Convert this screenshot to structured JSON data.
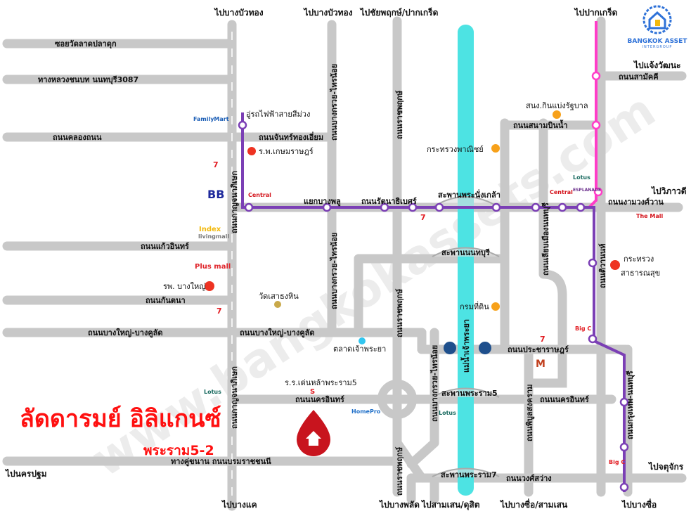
{
  "project": {
    "name": "ลัดดารมย์ อิลิแกนซ์",
    "location": "พระราม5-2"
  },
  "logo": {
    "name": "BANGKOK ASSET",
    "sub": "INTERGROUP"
  },
  "watermark": "www.bangkokassets.com",
  "colors": {
    "road": "#c8c8c8",
    "river": "#4de3e3",
    "purple_line": "#7b3fb5",
    "pink_line": "#ff3dc8",
    "title": "#ff1010",
    "poi_dot": "#f7a11a"
  },
  "directions": [
    "ไปบางบัวทอง",
    "ไปบางบัวทอง",
    "ไปชัยพฤกษ์/ปากเกร็ด",
    "ไปปากเกร็ด",
    "ไปแจ้งวัฒนะ",
    "ไปวิภาวดี",
    "ไปจตุจักร",
    "ไปบางซื่อ",
    "ไปบางซื่อ/สามเสน",
    "ไปบางพลัด",
    "ไปสามเสน/ดุสิต",
    "ไปบางแค",
    "ไปนครปฐม"
  ],
  "roads": [
    "ซอยวัดลาดปลาดุก",
    "ทางหลวงชนบท นนทบุรี3087",
    "ถนนคลองถนน",
    "ถนนจันทร์ทองเอี่ยม",
    "ถนนแก้วอินทร์",
    "ถนนกันตนา",
    "ถนนบางใหญ่-บางคูลัด",
    "ถนนบางใหญ่-บางคูลัด",
    "แยกบางพลู",
    "ถนนรัตนาธิเบศร์",
    "สะพานพระนั่งเกล้า",
    "ถนนงามวงศ์วาน",
    "ถนนสามัคคี",
    "ถนนสนามบินน้ำ",
    "สะพานนนทบุรี",
    "ถนนประชาราษฎร์",
    "ถนนนครอินทร์",
    "สะพานพระราม5",
    "ถนนนครอินทร์",
    "ทางคู่ขนาน ถนนบรมราชชนนี",
    "สะพานพระราม7",
    "ถนนวงศ์สว่าง"
  ],
  "vroads": [
    "ถนนกาญจนาภิเษก",
    "ถนนกาญจนาภิเษก",
    "ถนนบางกรวย-ไทรน้อย",
    "ถนนบางกรวย-ไทรน้อย",
    "ถนนบางกรวย-ไทรน้อย",
    "ถนนราชพฤกษ์",
    "ถนนราชพฤกษ์",
    "ถนนราชพฤกษ์",
    "แม่น้ำเจ้าพระยา",
    "ถนนเลียบเมืองนนทบุรี",
    "ถนนติวานนท์",
    "ถนนพิบูลสงคราม",
    "ถนนกรุงเทพ-นนทบุรี"
  ],
  "pois": [
    "อู่รถไฟฟ้าสายสีม่วง",
    "ร.พ.เกษมราษฎร์",
    "รพ. บางใหญ่",
    "วัดเสาธงหิน",
    "ตลาดเจ้าพระยา",
    "ร.ร.เด่นหล้าพระราม5",
    "สนง.กินแบ่งรัฐบาล",
    "กระทรวงพาณิชย์",
    "กรมที่ดิน",
    "กระทรวง",
    "สาธารณสุข"
  ],
  "brands": [
    "FamilyMart",
    "7",
    "BB",
    "Central",
    "Index",
    "livingmall",
    "Plus mall",
    "7",
    "7",
    "Central",
    "Lotus",
    "ESPLANADE",
    "The Mall",
    "7",
    "Big C",
    "M",
    "Big C",
    "Lotus",
    "HomePro",
    "Lotus",
    "S"
  ]
}
